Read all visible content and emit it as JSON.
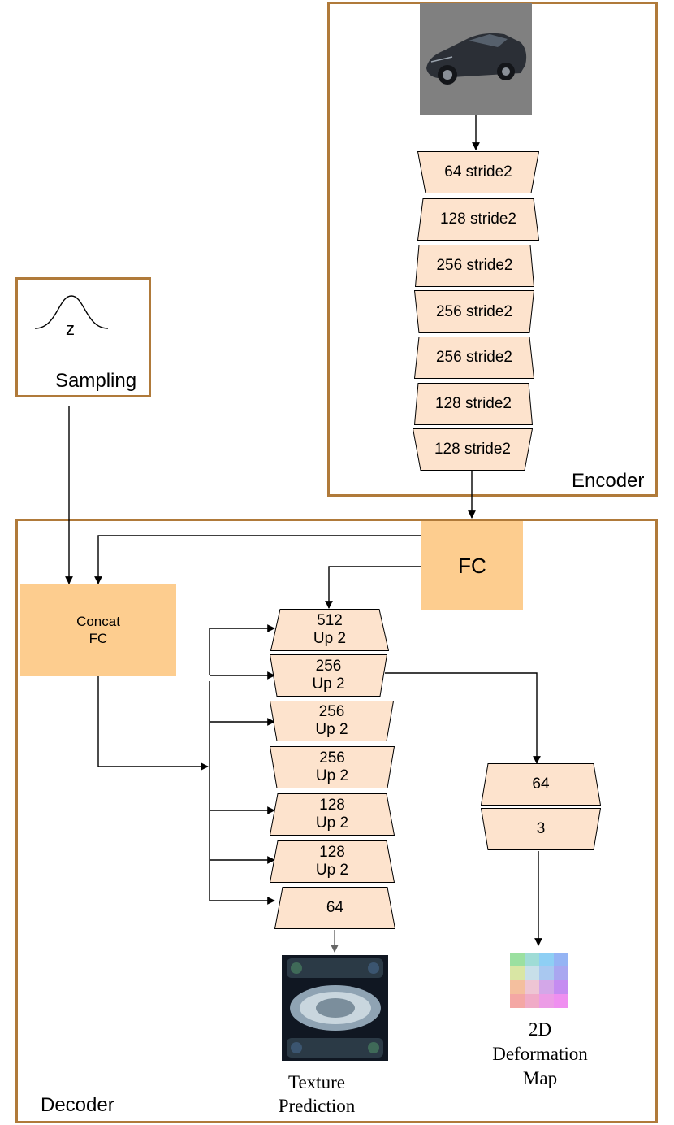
{
  "encoder": {
    "label": "Encoder",
    "layers": [
      "64 stride2",
      "128 stride2",
      "256 stride2",
      "256 stride2",
      "256 stride2",
      "128 stride2",
      "128 stride2"
    ]
  },
  "sampling": {
    "label": "Sampling",
    "symbol": "z"
  },
  "fc": {
    "label": "FC"
  },
  "concat": {
    "line1": "Concat",
    "line2": "FC"
  },
  "decoder": {
    "label": "Decoder",
    "layers": [
      {
        "top": "512",
        "bottom": "Up 2"
      },
      {
        "top": "256",
        "bottom": "Up 2"
      },
      {
        "top": "256",
        "bottom": "Up 2"
      },
      {
        "top": "256",
        "bottom": "Up 2"
      },
      {
        "top": "128",
        "bottom": "Up 2"
      },
      {
        "top": "128",
        "bottom": "Up 2"
      },
      {
        "top": "64",
        "bottom": ""
      }
    ],
    "deform_layers": [
      "64",
      "3"
    ]
  },
  "outputs": {
    "texture": {
      "line1": "Texture",
      "line2": "Prediction"
    },
    "deformation": {
      "line1": "2D",
      "line2": "Deformation",
      "line3": "Map"
    }
  },
  "colors": {
    "frame": "#b07a3a",
    "block_fill": "#fde3cd",
    "fc_fill": "#fdcd8f"
  }
}
